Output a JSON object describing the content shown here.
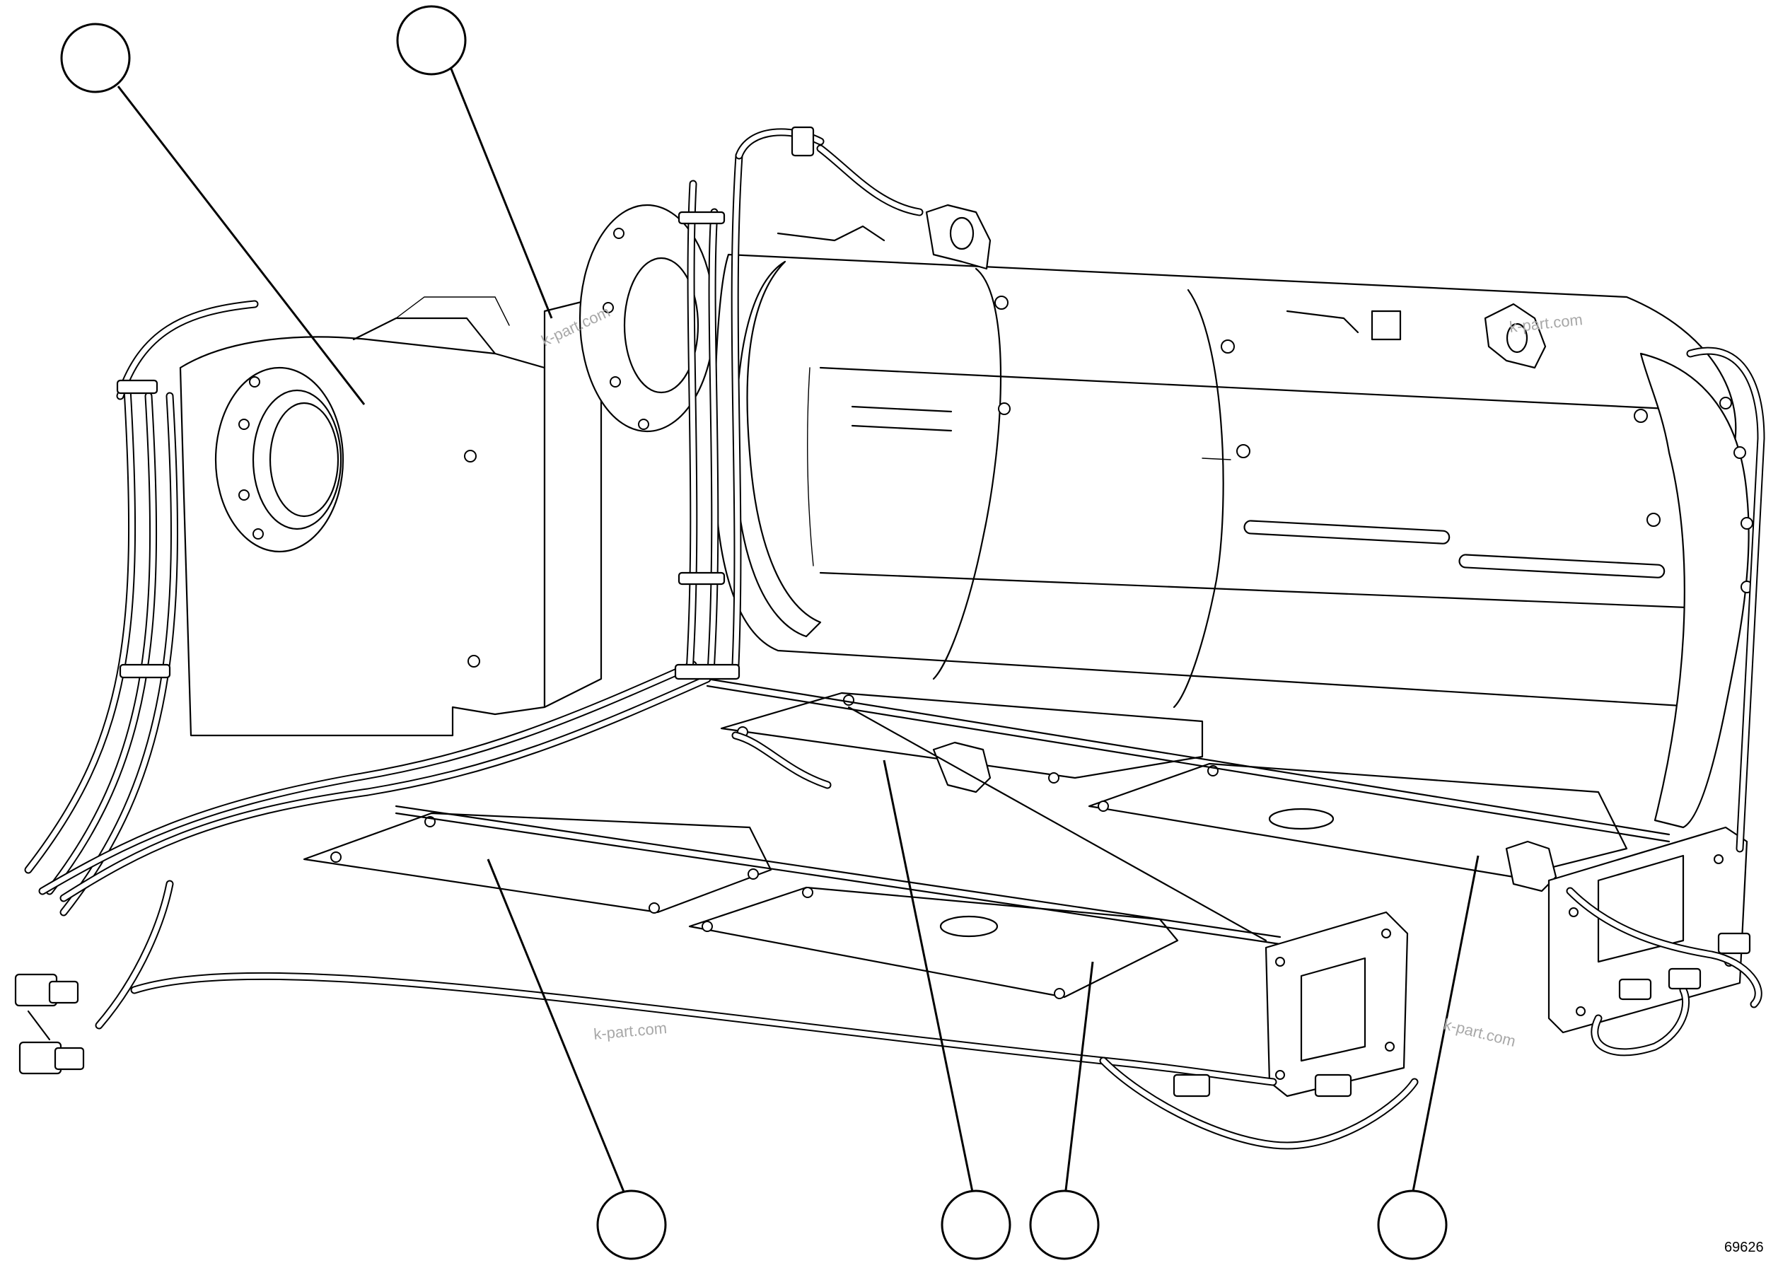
{
  "figure": {
    "id_label": "69626"
  },
  "watermarks": [
    "k-part.com",
    "k-part.com",
    "k-part.com",
    "k-part.com"
  ],
  "callouts": [
    {
      "name": "callout-1",
      "label": ""
    },
    {
      "name": "callout-2",
      "label": ""
    },
    {
      "name": "callout-3",
      "label": ""
    },
    {
      "name": "callout-4",
      "label": ""
    },
    {
      "name": "callout-5",
      "label": ""
    },
    {
      "name": "callout-6",
      "label": ""
    }
  ]
}
